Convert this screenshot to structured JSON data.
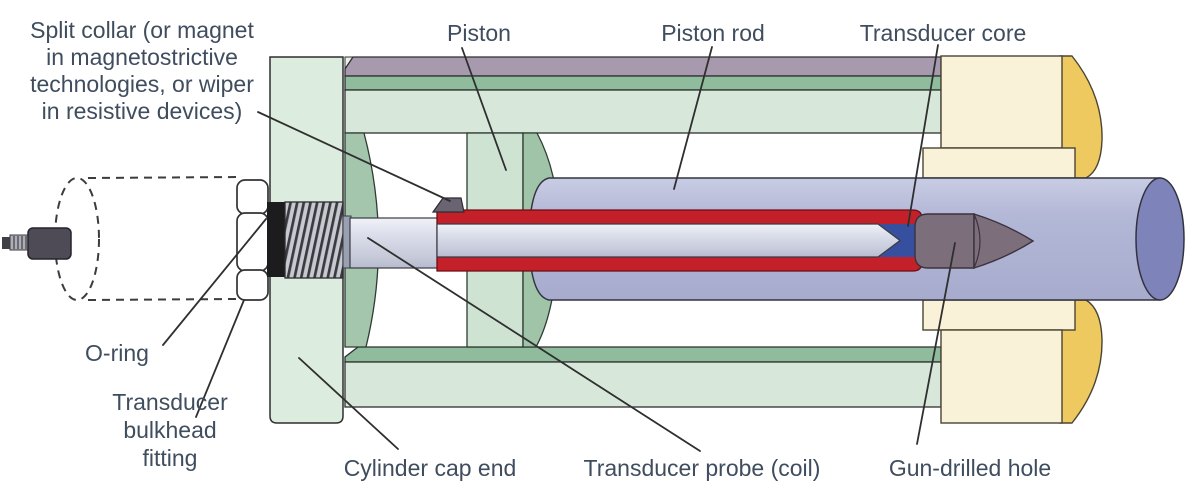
{
  "labels": {
    "split_collar_lines": [
      "Split collar (or magnet",
      "in magnetostrictive",
      "technologies, or wiper",
      "in resistive devices)"
    ],
    "piston": "Piston",
    "piston_rod": "Piston rod",
    "transducer_core": "Transducer core",
    "o_ring": "O-ring",
    "bulkhead_lines": [
      "Transducer",
      "bulkhead",
      "fitting"
    ],
    "cylinder_cap_end": "Cylinder cap end",
    "transducer_probe": "Transducer probe (coil)",
    "gun_drilled_hole": "Gun-drilled hole"
  },
  "colors": {
    "text": "#3f4d5e",
    "barrel_outer_mauve": "#a89aae",
    "barrel_mid_green": "#8fbc9d",
    "barrel_light_green": "#d7e8da",
    "cap_slab_green": "#dcecde",
    "cap_inner_face_green": "#a3c6ac",
    "piston_light": "#cfe3d2",
    "piston_dark": "#9fc4a8",
    "rod_lavender": "#b3b7d6",
    "rod_end_dark": "#7e83b9",
    "sheath_red": "#c4202a",
    "null_zone_blue": "#36509f",
    "core_taupe": "#7d6e7b",
    "collar_gray": "#6a6472",
    "head_cream": "#f9f2d8",
    "head_yellow": "#edc960",
    "o_ring_black": "#1c1c1e",
    "hex_nut_white": "#ffffff",
    "connector_gray": "#4e4a56"
  }
}
